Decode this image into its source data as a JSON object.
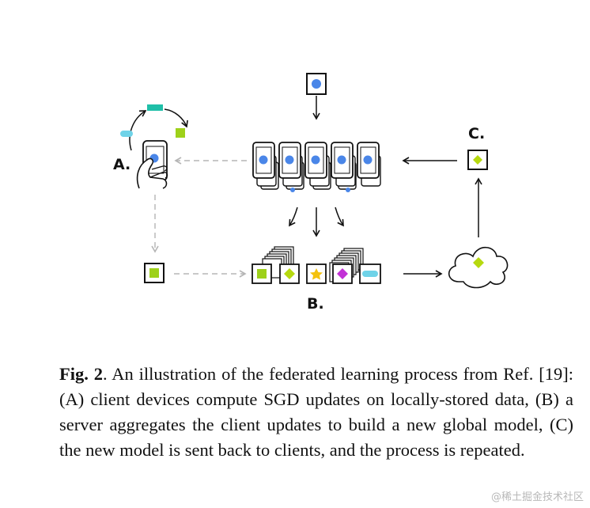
{
  "diagram": {
    "labels": {
      "a": "A.",
      "b": "B.",
      "c": "C."
    },
    "colors": {
      "blue": "#4a86e8",
      "green": "#9ed11a",
      "lime": "#b6d90f",
      "yellow": "#f4c20d",
      "magenta": "#c232d6",
      "teal": "#1fbfa8",
      "cyan": "#6fd3e8",
      "arrow": "#111111",
      "dashed": "#b5b5b5"
    }
  },
  "caption": {
    "fig_label": "Fig. 2",
    "text": ".   An illustration of the federated learning process from Ref. [19]: (A) client devices compute SGD updates on locally-stored data, (B) a server aggregates the client updates to build a new global model, (C) the new model is sent back to clients, and the process is repeated."
  },
  "watermark": "@稀土掘金技术社区"
}
